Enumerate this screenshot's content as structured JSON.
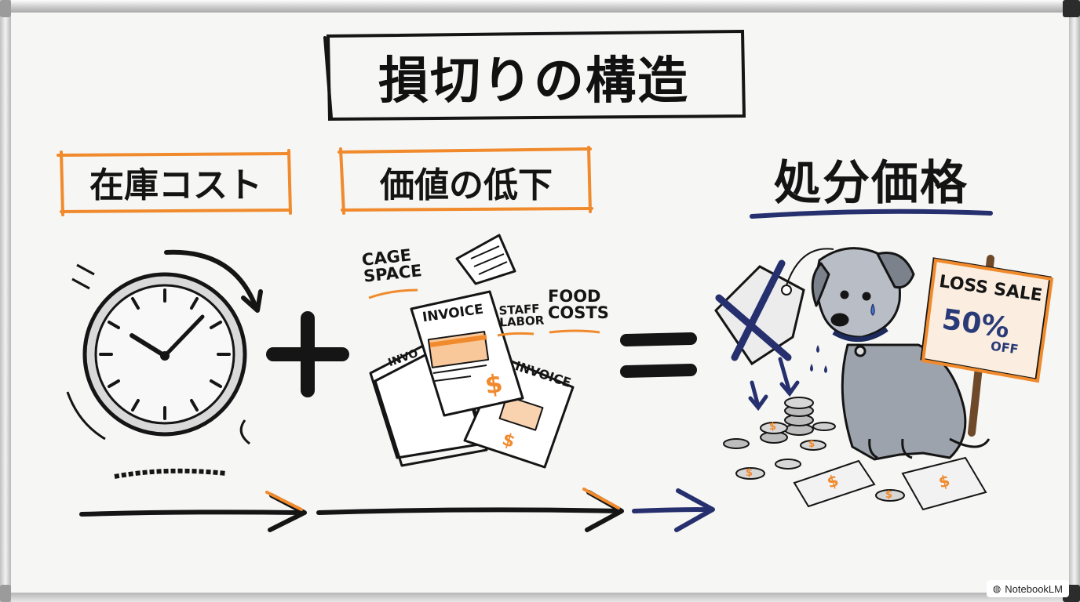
{
  "title": "損切りの構造",
  "labels": {
    "stock_cost": "在庫コスト",
    "value_drop": "価値の低下",
    "disposal_price": "処分価格"
  },
  "annotations": {
    "cage_space_line1": "CAGE",
    "cage_space_line2": "SPACE",
    "staff_labor_line1": "STAFF",
    "staff_labor_line2": "LABOR",
    "food_costs_line1": "FOOD",
    "food_costs_line2": "COSTS",
    "invoice_main": "INVOICE",
    "invoice_left": "INVO",
    "invoice_right": "INVOICE",
    "dollar_sign": "$"
  },
  "sign": {
    "top": "LOSS SALE",
    "percent": "50%",
    "off": "OFF"
  },
  "watermark": {
    "text": "NotebookLM",
    "icon": "notebooklm-icon"
  },
  "colors": {
    "orange_accent": "#f08a2c",
    "navy_accent": "#26306e",
    "ink": "#151515",
    "board": "#f6f6f4"
  }
}
